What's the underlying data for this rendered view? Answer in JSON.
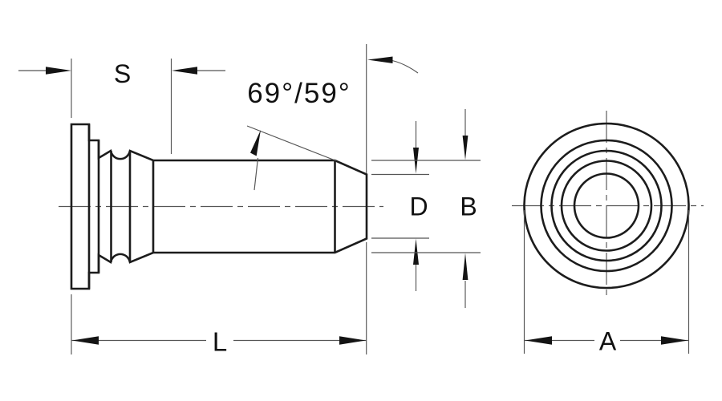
{
  "drawing": {
    "kind": "technical-drawing-fastener",
    "colors": {
      "background": "#ffffff",
      "outline": "#1c1c1c",
      "thin_lines": "#555555",
      "text": "#111111"
    },
    "labels": {
      "shoulder_length": "S",
      "angle": "69°/59°",
      "pilot_diameter": "D",
      "shank_diameter": "B",
      "overall_length": "L",
      "head_diameter": "A"
    }
  }
}
